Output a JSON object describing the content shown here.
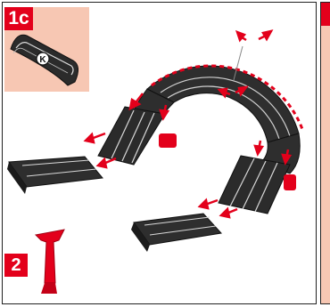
{
  "step": {
    "label": "1c"
  },
  "inset": {
    "part_letter": "K"
  },
  "sub_step": {
    "number": "2"
  },
  "colors": {
    "accent_red": "#e3001b",
    "inset_bg": "#f7c7b3",
    "track": "#2b2b2b"
  }
}
